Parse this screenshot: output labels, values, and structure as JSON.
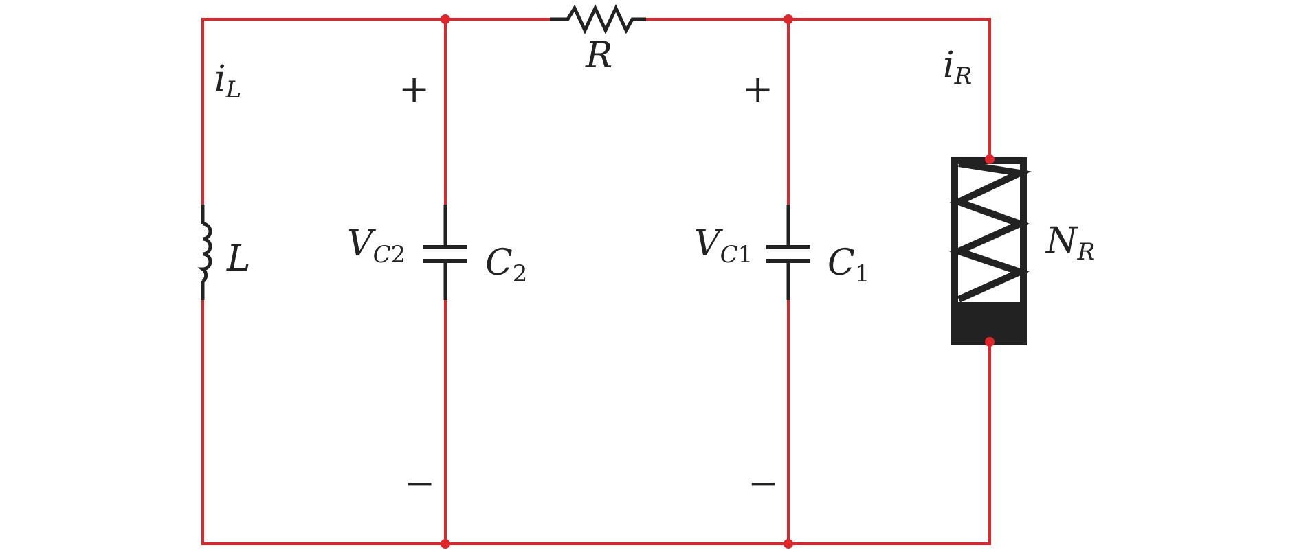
{
  "colors": {
    "wire": "#e0262b",
    "component": "#222222"
  },
  "labels": {
    "i_L": {
      "main": "i",
      "sub": "L"
    },
    "L": {
      "main": "L"
    },
    "V_C2": {
      "main": "V",
      "sub": "C",
      "subsub": "2"
    },
    "C2": {
      "main": "C",
      "sub": "2"
    },
    "R": {
      "main": "R"
    },
    "V_C1": {
      "main": "V",
      "sub": "C",
      "subsub": "1"
    },
    "C1": {
      "main": "C",
      "sub": "1"
    },
    "i_R": {
      "main": "i",
      "sub": "R"
    },
    "N_R": {
      "main": "N",
      "sub": "R"
    }
  },
  "polarity": {
    "C2": {
      "plus": "+",
      "minus": "−"
    },
    "C1": {
      "plus": "+",
      "minus": "−"
    }
  }
}
